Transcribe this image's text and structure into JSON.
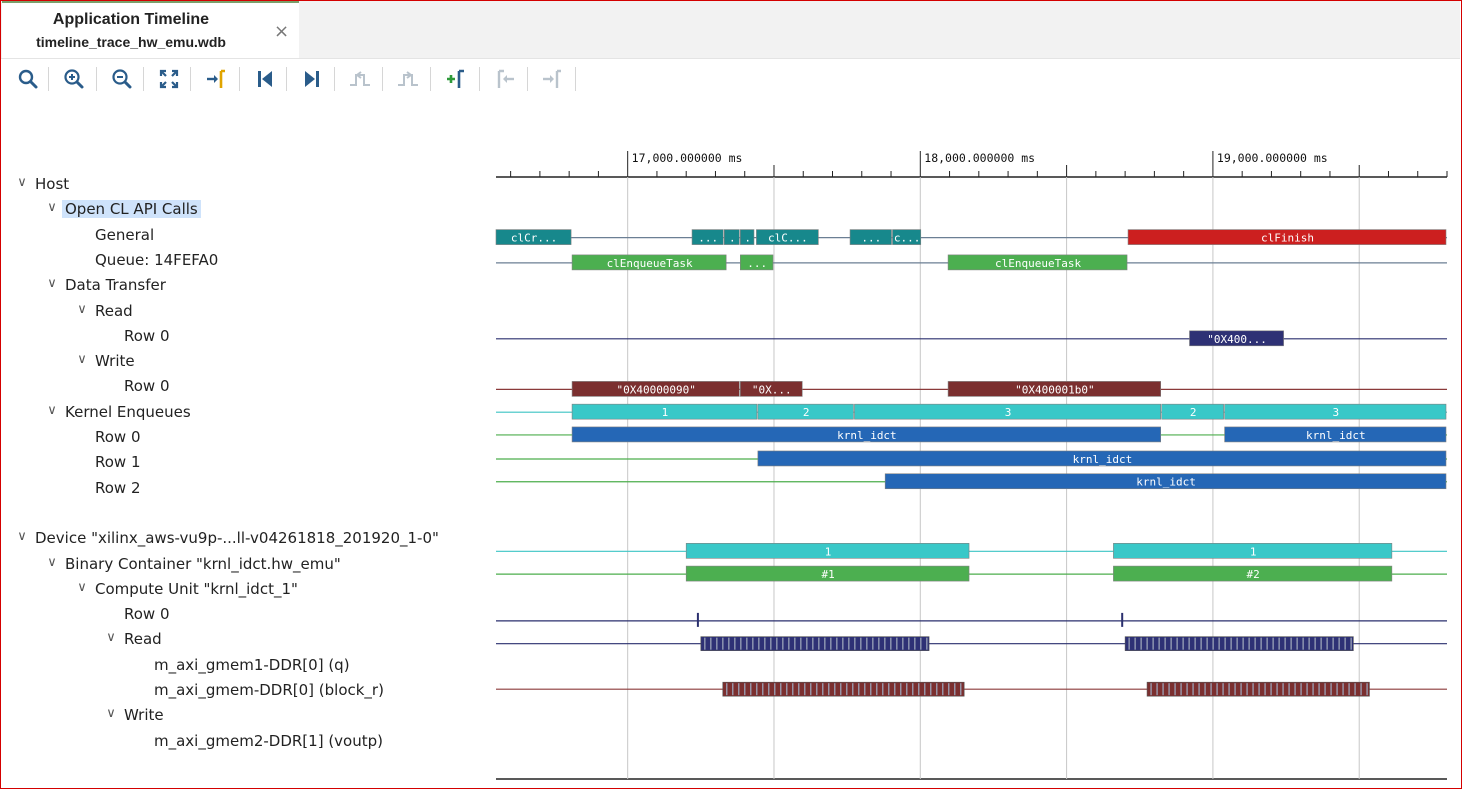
{
  "tab": {
    "title": "Application Timeline",
    "subtitle": "timeline_trace_hw_emu.wdb",
    "close_glyph": "×"
  },
  "toolbar": {
    "buttons": [
      {
        "name": "search-icon"
      },
      {
        "name": "zoom-in-icon"
      },
      {
        "name": "zoom-out-icon"
      },
      {
        "name": "zoom-fit-icon"
      },
      {
        "name": "go-to-cursor-icon"
      },
      {
        "name": "go-to-start-icon"
      },
      {
        "name": "go-to-end-icon"
      },
      {
        "name": "previous-transition-icon"
      },
      {
        "name": "next-transition-icon"
      },
      {
        "name": "add-marker-icon"
      },
      {
        "name": "previous-marker-icon"
      },
      {
        "name": "next-marker-icon"
      }
    ]
  },
  "ruler": {
    "ticks": [
      "17,000.000000 ms",
      "18,000.000000 ms",
      "19,000.000000 ms"
    ]
  },
  "tree": [
    {
      "label": "Host",
      "level": 0,
      "expanded": true
    },
    {
      "label": "Open CL API Calls",
      "level": 1,
      "expanded": true,
      "selected": true
    },
    {
      "label": "General",
      "level": 2
    },
    {
      "label": "Queue: 14FEFA0",
      "level": 2
    },
    {
      "label": "Data Transfer",
      "level": 1,
      "expanded": true
    },
    {
      "label": "Read",
      "level": 2,
      "expanded": true
    },
    {
      "label": "Row 0",
      "level": 3
    },
    {
      "label": "Write",
      "level": 2,
      "expanded": true
    },
    {
      "label": "Row 0",
      "level": 3
    },
    {
      "label": "Kernel Enqueues",
      "level": 1,
      "expanded": true
    },
    {
      "label": "Row 0",
      "level": 2
    },
    {
      "label": "Row 1",
      "level": 2
    },
    {
      "label": "Row 2",
      "level": 2
    },
    {
      "label": "",
      "level": 0
    },
    {
      "label": "Device \"xilinx_aws-vu9p-...ll-v04261818_201920_1-0\"",
      "level": 0,
      "expanded": true
    },
    {
      "label": "Binary Container \"krnl_idct.hw_emu\"",
      "level": 1,
      "expanded": true
    },
    {
      "label": "Compute Unit \"krnl_idct_1\"",
      "level": 2,
      "expanded": true
    },
    {
      "label": "Row 0",
      "level": 3
    },
    {
      "label": "Read",
      "level": 3,
      "expanded": true
    },
    {
      "label": "m_axi_gmem1-DDR[0] (q)",
      "level": 4
    },
    {
      "label": "m_axi_gmem-DDR[0] (block_r)",
      "level": 4
    },
    {
      "label": "Write",
      "level": 3,
      "expanded": true
    },
    {
      "label": "m_axi_gmem2-DDR[1] (voutp)",
      "level": 4
    }
  ],
  "colors": {
    "api": "#17888c",
    "finish": "#cc1f1f",
    "enqueue": "#4caf50",
    "read": "#2e3175",
    "write": "#7b2f2f",
    "cyan": "#39c8c8",
    "kernel": "#2567b6",
    "line_gray": "#6b7f94",
    "line_green": "#4cae4c",
    "line_cyan": "#3cc4c4",
    "line_navy": "#2a2f6e",
    "line_brown": "#8b3a3a"
  },
  "timeline": {
    "t0": 16550,
    "t1": 19800,
    "lanes": [
      {
        "row": 2,
        "line": "line_gray",
        "bars": [
          {
            "s": 16550,
            "e": 16810,
            "c": "api",
            "t": "clCr..."
          },
          {
            "s": 17220,
            "e": 17330,
            "c": "api",
            "t": "..."
          },
          {
            "s": 17330,
            "e": 17385,
            "c": "api",
            "t": "."
          },
          {
            "s": 17385,
            "e": 17435,
            "c": "api",
            "t": "."
          },
          {
            "s": 17440,
            "e": 17655,
            "c": "api",
            "t": "clC..."
          },
          {
            "s": 17760,
            "e": 17905,
            "c": "api",
            "t": "..."
          },
          {
            "s": 17905,
            "e": 18005,
            "c": "api",
            "t": "c..."
          },
          {
            "s": 18710,
            "e": 19800,
            "c": "finish",
            "t": "clFinish"
          }
        ]
      },
      {
        "row": 3,
        "line": "line_gray",
        "bars": [
          {
            "s": 16810,
            "e": 17340,
            "c": "enqueue",
            "t": "clEnqueueTask"
          },
          {
            "s": 17385,
            "e": 17500,
            "c": "enqueue",
            "t": "..."
          },
          {
            "s": 18095,
            "e": 18710,
            "c": "enqueue",
            "t": "clEnqueueTask"
          }
        ]
      },
      {
        "row": 6,
        "line": "line_navy",
        "bars": [
          {
            "s": 18920,
            "e": 19245,
            "c": "read",
            "t": "\"0X400..."
          }
        ]
      },
      {
        "row": 8,
        "line": "line_brown",
        "bars": [
          {
            "s": 16810,
            "e": 17385,
            "c": "write",
            "t": "\"0X40000090\""
          },
          {
            "s": 17385,
            "e": 17600,
            "c": "write",
            "t": "\"0X..."
          },
          {
            "s": 18095,
            "e": 18825,
            "c": "write",
            "t": "\"0X400001b0\""
          }
        ]
      },
      {
        "row": 8.9,
        "line": "line_cyan",
        "bars": [
          {
            "s": 16810,
            "e": 17445,
            "c": "cyan",
            "t": "1"
          },
          {
            "s": 17445,
            "e": 17775,
            "c": "cyan",
            "t": "2"
          },
          {
            "s": 17775,
            "e": 18825,
            "c": "cyan",
            "t": "3"
          },
          {
            "s": 18825,
            "e": 19040,
            "c": "cyan",
            "t": "2"
          },
          {
            "s": 19040,
            "e": 19800,
            "c": "cyan",
            "t": "3"
          }
        ]
      },
      {
        "row": 9.8,
        "line": "line_green",
        "bars": [
          {
            "s": 16810,
            "e": 18825,
            "c": "kernel",
            "t": "krnl_idct"
          },
          {
            "s": 19040,
            "e": 19800,
            "c": "kernel",
            "t": "krnl_idct"
          }
        ]
      },
      {
        "row": 10.75,
        "line": "line_green",
        "bars": [
          {
            "s": 17445,
            "e": 19800,
            "c": "kernel",
            "t": "krnl_idct"
          }
        ]
      },
      {
        "row": 11.65,
        "line": "line_green",
        "bars": [
          {
            "s": 17880,
            "e": 19800,
            "c": "kernel",
            "t": "krnl_idct"
          }
        ]
      },
      {
        "row": 14.4,
        "line": "line_cyan",
        "bars": [
          {
            "s": 17200,
            "e": 18170,
            "c": "cyan",
            "t": "1"
          },
          {
            "s": 18660,
            "e": 19615,
            "c": "cyan",
            "t": "1"
          }
        ]
      },
      {
        "row": 15.3,
        "line": "line_green",
        "bars": [
          {
            "s": 17200,
            "e": 18170,
            "c": "enqueue",
            "t": "#1"
          },
          {
            "s": 18660,
            "e": 19615,
            "c": "enqueue",
            "t": "#2"
          }
        ]
      }
    ],
    "markers_row": 17.15,
    "markers": [
      17240,
      18690
    ],
    "hatched": [
      {
        "row": 18.05,
        "line": "line_navy",
        "c": "read",
        "bars": [
          [
            17250,
            18030
          ],
          [
            18700,
            19480
          ]
        ]
      },
      {
        "row": 19.85,
        "line": "line_brown",
        "c": "write",
        "bars": [
          [
            17325,
            18150
          ],
          [
            18775,
            19535
          ]
        ]
      }
    ]
  }
}
